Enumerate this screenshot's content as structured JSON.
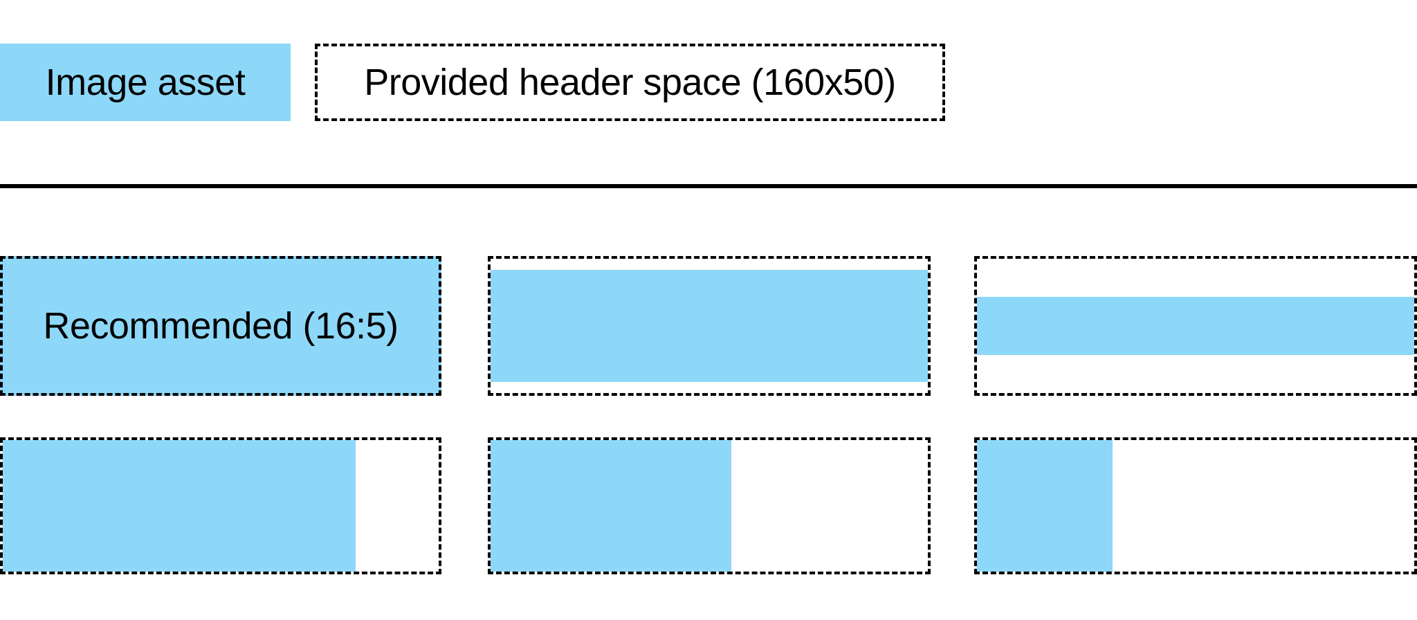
{
  "colors": {
    "image_asset_blue": "#8DD8F8",
    "outline_black": "#000000",
    "text_black": "#000000",
    "background_white": "#FFFFFF"
  },
  "legend": {
    "image_asset_label": "Image asset",
    "header_space_label": "Provided header space (160x50)"
  },
  "examples": {
    "items": [
      {
        "name": "recommended-16-5",
        "label": "Recommended (16:5)",
        "fill_width_pct": 100,
        "fill_height_pct": 100
      },
      {
        "name": "full-width-letterboxed",
        "fill_width_pct": 100,
        "fill_height_pct": 83
      },
      {
        "name": "full-width-thin-band",
        "fill_width_pct": 100,
        "fill_height_pct": 43
      },
      {
        "name": "full-height-wide",
        "fill_width_pct": 81,
        "fill_height_pct": 100
      },
      {
        "name": "full-height-medium",
        "fill_width_pct": 55,
        "fill_height_pct": 100
      },
      {
        "name": "full-height-narrow",
        "fill_width_pct": 31,
        "fill_height_pct": 100
      }
    ]
  }
}
